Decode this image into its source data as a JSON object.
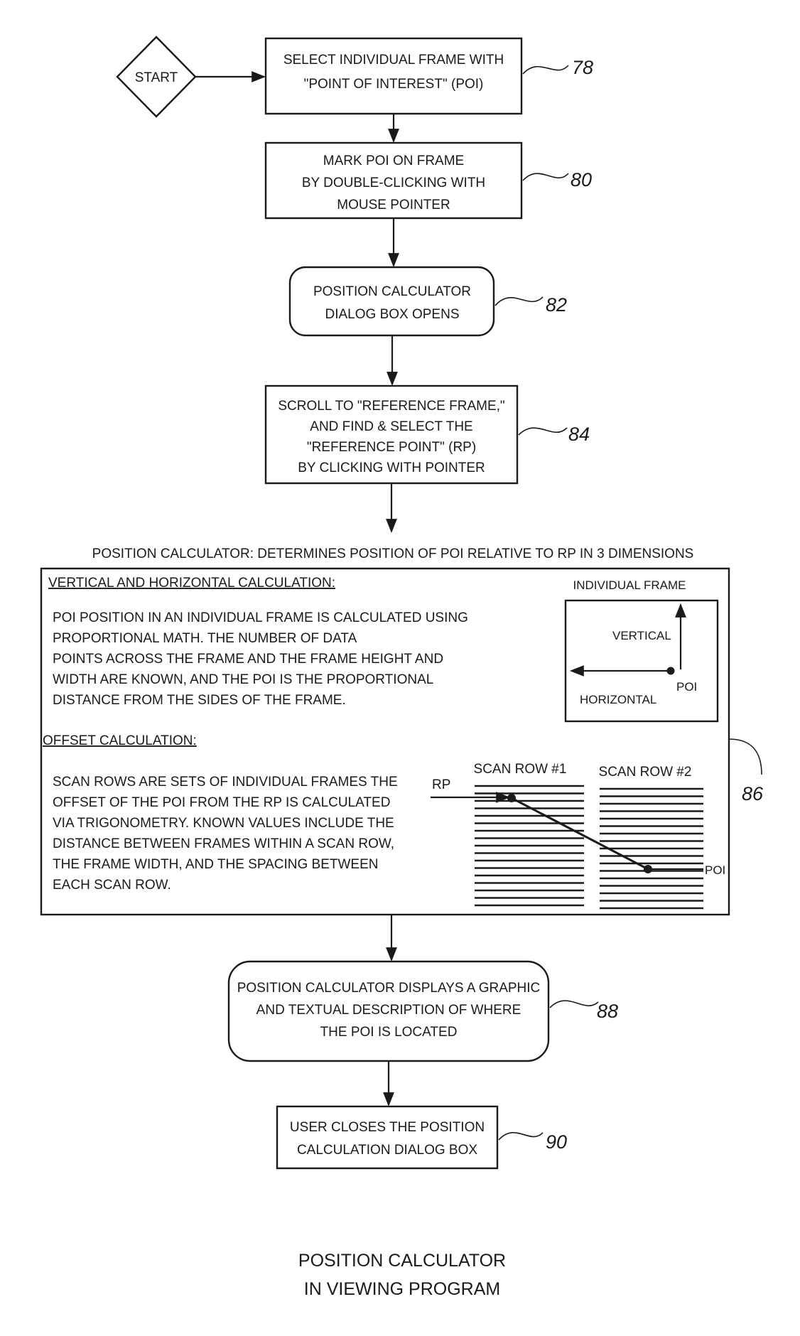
{
  "start_label": "START",
  "steps": [
    {
      "ref": "78",
      "lines": [
        "SELECT INDIVIDUAL FRAME WITH",
        "\"POINT OF INTEREST\" (POI)"
      ]
    },
    {
      "ref": "80",
      "lines": [
        "MARK POI ON FRAME",
        "BY DOUBLE-CLICKING WITH",
        "MOUSE POINTER"
      ]
    },
    {
      "ref": "82",
      "lines": [
        "POSITION CALCULATOR",
        "DIALOG BOX OPENS"
      ]
    },
    {
      "ref": "84",
      "lines": [
        "SCROLL TO \"REFERENCE FRAME,\"",
        "AND FIND & SELECT THE",
        "\"REFERENCE POINT\" (RP)",
        "BY CLICKING WITH POINTER"
      ]
    }
  ],
  "calculator": {
    "ref": "86",
    "header": "POSITION CALCULATOR: DETERMINES POSITION OF POI RELATIVE TO RP IN 3 DIMENSIONS",
    "vh_title": "VERTICAL AND HORIZONTAL CALCULATION:",
    "vh_text": [
      "POI POSITION IN AN INDIVIDUAL FRAME IS CALCULATED USING",
      "PROPORTIONAL MATH. THE NUMBER OF DATA",
      "POINTS ACROSS THE FRAME AND THE FRAME HEIGHT AND",
      "WIDTH ARE KNOWN, AND THE POI IS THE PROPORTIONAL",
      "DISTANCE FROM THE SIDES OF THE FRAME."
    ],
    "frame_title": "INDIVIDUAL FRAME",
    "frame_vertical": "VERTICAL",
    "frame_horizontal": "HORIZONTAL",
    "frame_poi": "POI",
    "offset_title": "OFFSET CALCULATION:",
    "offset_text": [
      "SCAN ROWS ARE SETS OF INDIVIDUAL FRAMES THE",
      "OFFSET OF THE POI FROM THE RP IS CALCULATED",
      "VIA TRIGONOMETRY. KNOWN VALUES INCLUDE THE",
      "DISTANCE BETWEEN FRAMES WITHIN A SCAN ROW,",
      "THE FRAME WIDTH, AND THE SPACING BETWEEN",
      "EACH SCAN ROW."
    ],
    "scan_row_1": "SCAN ROW #1",
    "scan_row_2": "SCAN ROW #2",
    "rp_label": "RP",
    "poi_label": "POI"
  },
  "steps_after": [
    {
      "ref": "88",
      "lines": [
        "POSITION CALCULATOR DISPLAYS A GRAPHIC",
        "AND TEXTUAL DESCRIPTION OF WHERE",
        "THE POI IS LOCATED"
      ]
    },
    {
      "ref": "90",
      "lines": [
        "USER CLOSES THE POSITION",
        "CALCULATION DIALOG BOX"
      ]
    }
  ],
  "caption": [
    "POSITION CALCULATOR",
    "IN VIEWING PROGRAM"
  ]
}
